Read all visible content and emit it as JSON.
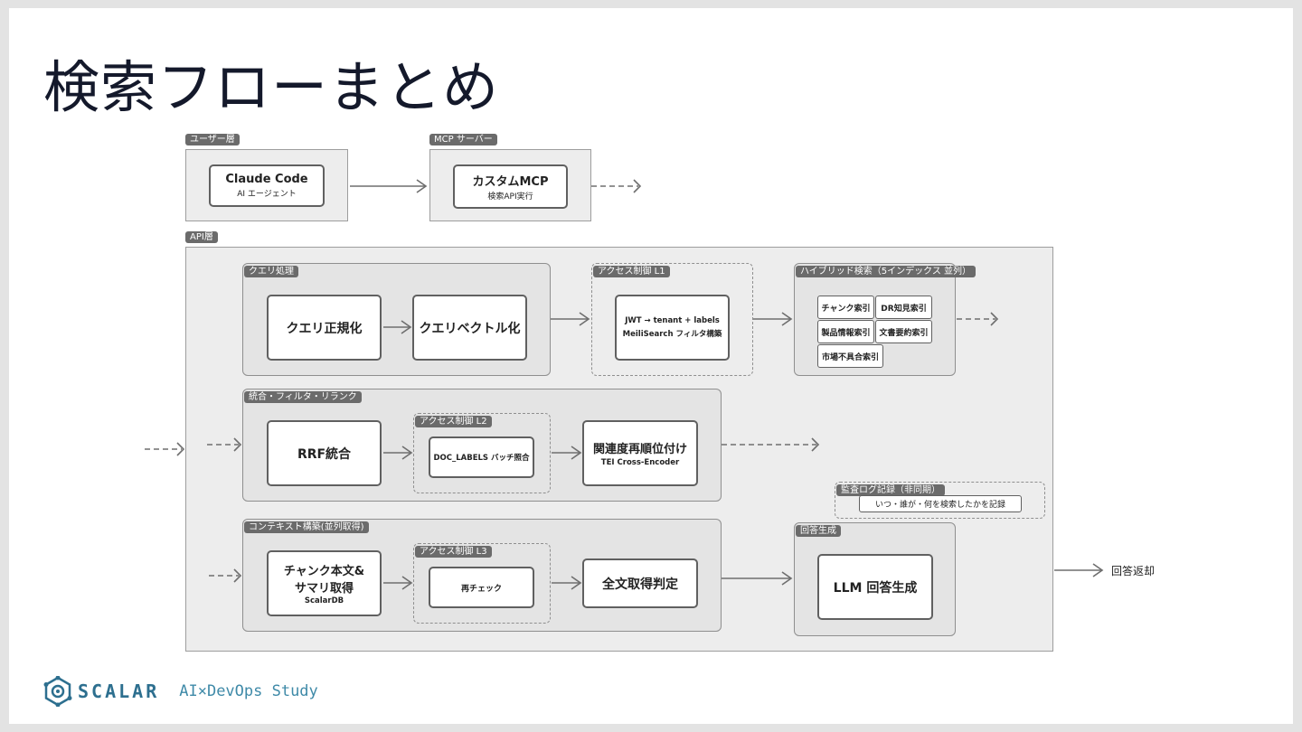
{
  "title": "検索フローまとめ",
  "layers": {
    "user": {
      "tag": "ユーザー層",
      "node": {
        "title": "Claude Code",
        "subtitle": "AI エージェント"
      }
    },
    "mcp": {
      "tag": "MCP サーバー",
      "node": {
        "title": "カスタムMCP",
        "subtitle": "検索API実行"
      }
    },
    "api": {
      "tag": "API層"
    }
  },
  "query_processing": {
    "tag": "クエリ処理",
    "normalize": "クエリ正規化",
    "vectorize": "クエリベクトル化"
  },
  "access_l1": {
    "tag": "アクセス制御 L1",
    "line1": "JWT → tenant + labels",
    "line2": "MeiliSearch フィルタ構築"
  },
  "hybrid_search": {
    "tag": "ハイブリッド検索（5インデックス 並列）",
    "indexes": [
      "チャンク索引",
      "DR知見索引",
      "製品情報索引",
      "文書要約索引",
      "市場不具合索引"
    ]
  },
  "merge": {
    "tag": "統合・フィルタ・リランク",
    "rrf": "RRF統合"
  },
  "access_l2": {
    "tag": "アクセス制御 L2",
    "label": "DOC_LABELS バッチ照合"
  },
  "rerank": {
    "title": "関連度再順位付け",
    "subtitle": "TEI Cross-Encoder"
  },
  "audit": {
    "tag": "監査ログ記録（非同期）",
    "label": "いつ・誰が・何を検索したかを記録"
  },
  "context": {
    "tag": "コンテキスト構築(並列取得)",
    "fetch_line1": "チャンク本文&",
    "fetch_line2": "サマリ取得",
    "fetch_sub": "ScalarDB"
  },
  "access_l3": {
    "tag": "アクセス制御 L3",
    "label": "再チェック"
  },
  "fulltext": "全文取得判定",
  "answer": {
    "tag": "回答生成",
    "label": "LLM 回答生成"
  },
  "return_label": "回答返却",
  "footer": {
    "brand": "SCALAR",
    "study": "AI×DevOps Study"
  },
  "colors": {
    "title": "#14192b",
    "brand": "#2d6f8f",
    "line": "#6e6e6e"
  }
}
